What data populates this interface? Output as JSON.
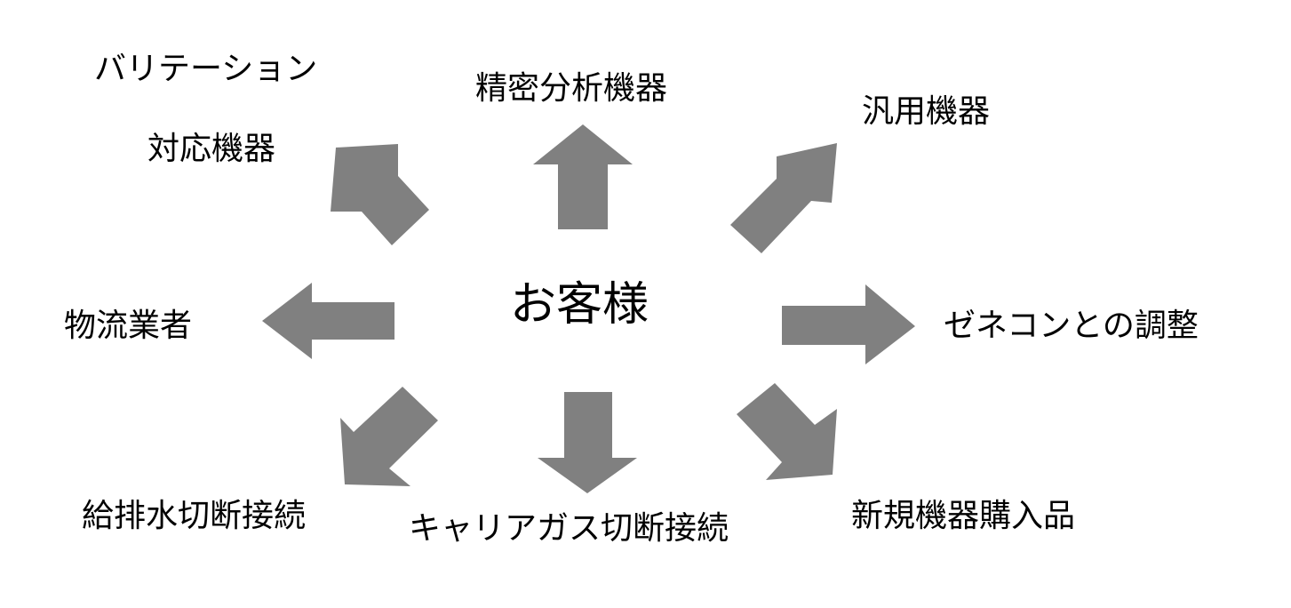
{
  "center": {
    "label": "お客様"
  },
  "labels": {
    "variation_line1": "バリテーション",
    "variation_line2": "対応機器",
    "precision": "精密分析機器",
    "general": "汎用機器",
    "logistics": "物流業者",
    "general_contractor": "ゼネコンとの調整",
    "drain_supply": "給排水切断接続",
    "carrier_gas": "キャリアガス切断接続",
    "new_equipment": "新規機器購入品"
  },
  "colors": {
    "arrow": "#808080",
    "text": "#000000",
    "background": "#ffffff"
  }
}
